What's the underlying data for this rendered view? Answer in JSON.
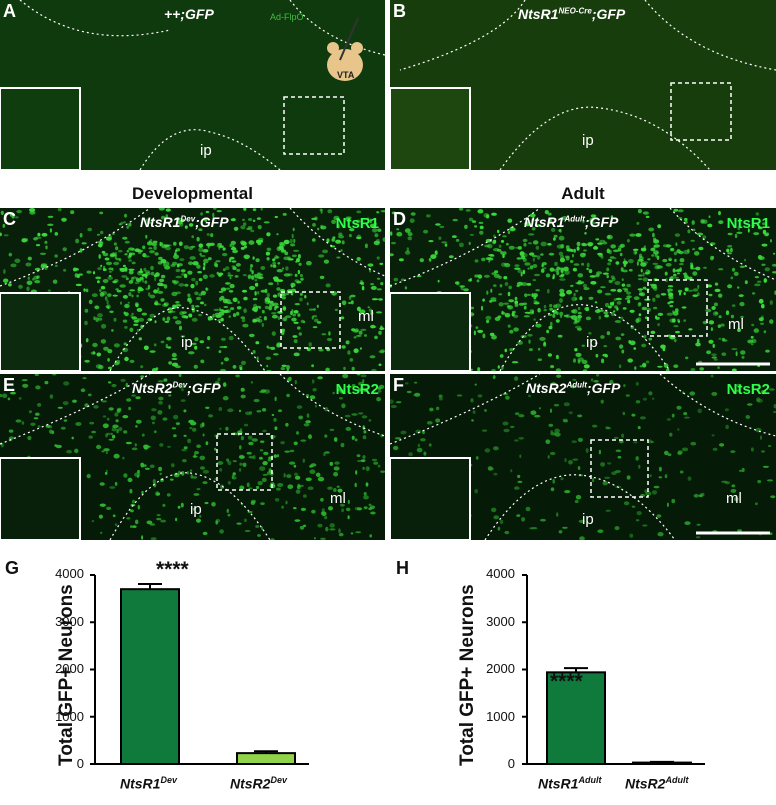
{
  "panels": {
    "A": {
      "letter": "A",
      "title": "++;GFP",
      "region_ip": "ip",
      "virus_label": "Ad-FlpO",
      "target_label": "VTA"
    },
    "B": {
      "letter": "B",
      "title_main": "NtsR1",
      "title_sup": "NEO-Cre",
      "title_tail": ";GFP",
      "region_ip": "ip"
    },
    "C": {
      "letter": "C",
      "title_main": "NtsR1",
      "title_sup": "Dev",
      "title_tail": ";GFP",
      "receptor": "NtsR1",
      "region_ip": "ip",
      "region_ml": "ml"
    },
    "D": {
      "letter": "D",
      "title_main": "NtsR1",
      "title_sup": "Adult",
      "title_tail": ";GFP",
      "receptor": "NtsR1",
      "region_ip": "ip",
      "region_ml": "ml"
    },
    "E": {
      "letter": "E",
      "title_main": "NtsR2",
      "title_sup": "Dev",
      "title_tail": ";GFP",
      "receptor": "NtsR2",
      "region_ip": "ip",
      "region_ml": "ml"
    },
    "F": {
      "letter": "F",
      "title_main": "NtsR2",
      "title_sup": "Adult",
      "title_tail": ";GFP",
      "receptor": "NtsR2",
      "region_ip": "ip",
      "region_ml": "ml"
    }
  },
  "column_headers": {
    "left": "Developmental",
    "right": "Adult"
  },
  "chart_data": [
    {
      "type": "bar",
      "panel": "G",
      "ylabel": "Total GFP+ Neurons",
      "ylim": [
        0,
        4000
      ],
      "yticks": [
        "0",
        "1000",
        "2000",
        "3000",
        "4000"
      ],
      "categories": [
        {
          "main": "NtsR1",
          "sup": "Dev"
        },
        {
          "main": "NtsR2",
          "sup": "Dev"
        }
      ],
      "values": [
        3700,
        230
      ],
      "errors": [
        110,
        40
      ],
      "colors": [
        "#0f7a3c",
        "#8fd44a"
      ],
      "annotation": "****"
    },
    {
      "type": "bar",
      "panel": "H",
      "ylabel": "Total GFP+ Neurons",
      "ylim": [
        0,
        4000
      ],
      "yticks": [
        "0",
        "1000",
        "2000",
        "3000",
        "4000"
      ],
      "categories": [
        {
          "main": "NtsR1",
          "sup": "Adult"
        },
        {
          "main": "NtsR2",
          "sup": "Adult"
        }
      ],
      "values": [
        1940,
        30
      ],
      "errors": [
        90,
        15
      ],
      "colors": [
        "#0f7a3c",
        "#8fd44a"
      ],
      "annotation": "****"
    }
  ]
}
